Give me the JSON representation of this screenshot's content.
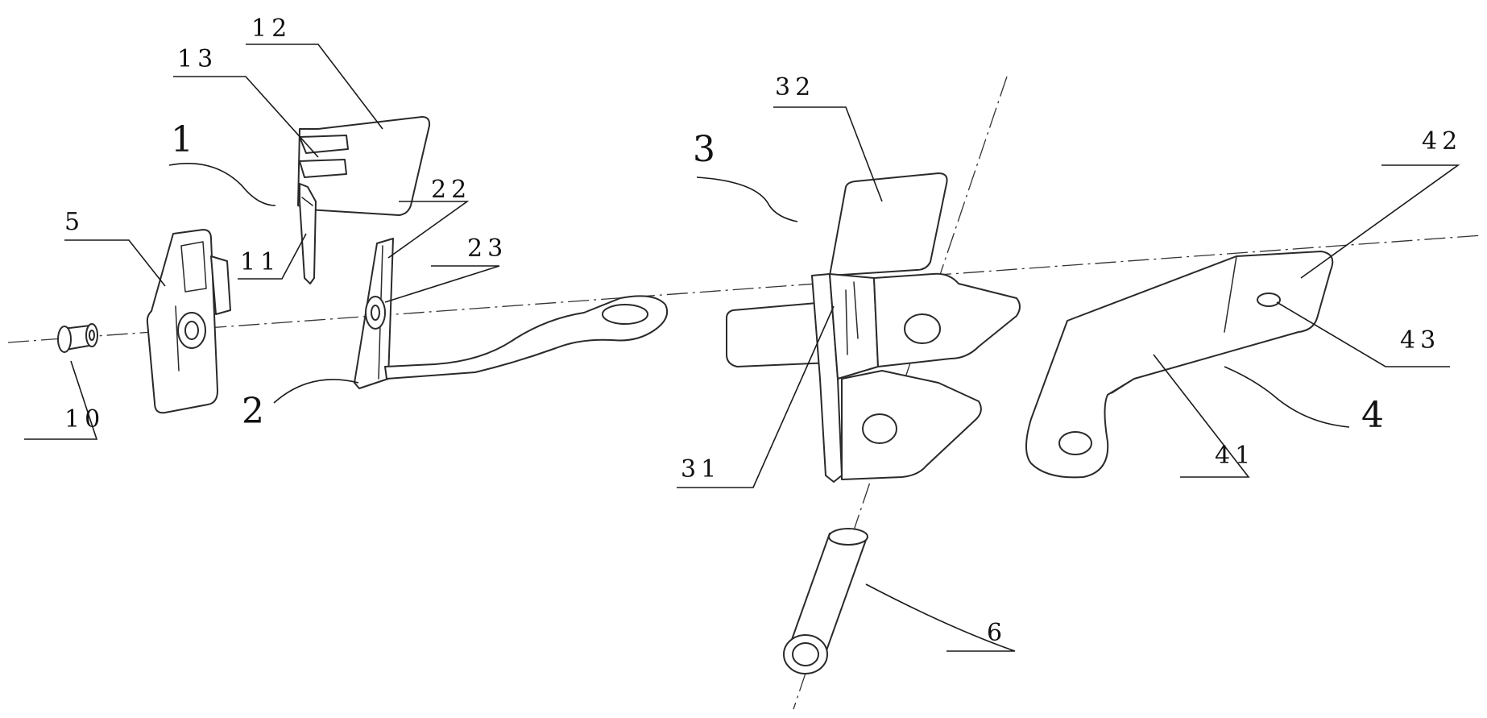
{
  "labels": {
    "n1": "1",
    "n2": "2",
    "n3": "3",
    "n4": "4",
    "n5": "5",
    "n6": "6",
    "n10": "10",
    "n11": "11",
    "n12": "12",
    "n13": "13",
    "n22": "22",
    "n23": "23",
    "n31": "31",
    "n32": "32",
    "n41": "41",
    "n42": "42",
    "n43": "43"
  },
  "colors": {
    "line": "#2a2a2a",
    "label_1": "#2e7d32",
    "label_2": "#1a1a1a",
    "label_4": "#8b1a1a"
  }
}
